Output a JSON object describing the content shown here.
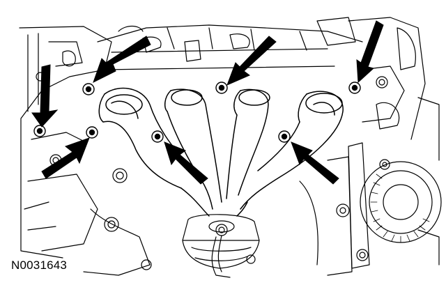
{
  "figure": {
    "id_label": "N0031643",
    "subject": "exhaust-manifold",
    "line_color": "#000000",
    "background_color": "#ffffff",
    "callouts": [
      {
        "name": "fastener-callout-1"
      },
      {
        "name": "fastener-callout-2"
      },
      {
        "name": "fastener-callout-3"
      },
      {
        "name": "fastener-callout-4"
      },
      {
        "name": "fastener-callout-5"
      },
      {
        "name": "fastener-callout-6"
      },
      {
        "name": "fastener-callout-7"
      }
    ]
  }
}
